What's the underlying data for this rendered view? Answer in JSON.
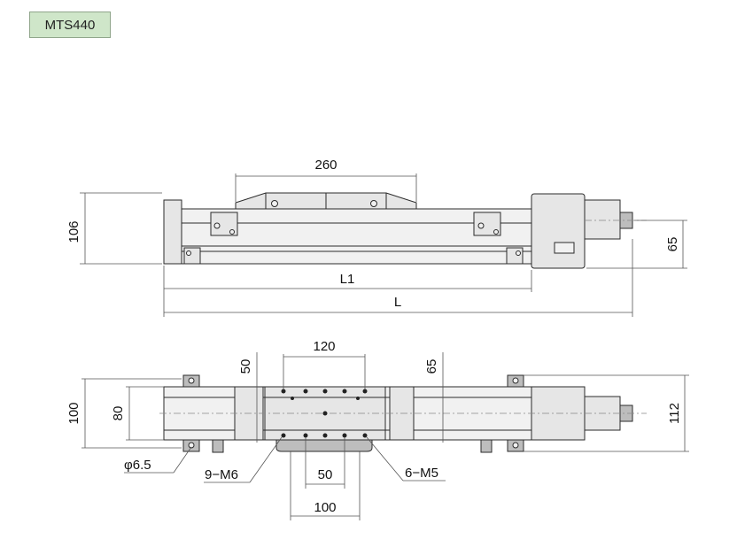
{
  "model": "MTS440",
  "side_view": {
    "carriage_length": "260",
    "height": "106",
    "motor_height": "65",
    "l1": "L1",
    "l": "L"
  },
  "top_view": {
    "hole_pitch_x": "120",
    "hole_pitch_y": "50",
    "rail_offset": "65",
    "width": "100",
    "inner_width": "80",
    "motor_width": "112",
    "mount_hole": "φ6.5",
    "tapped_holes_large": "9−M6",
    "tapped_holes_small": "6−M5",
    "bottom_pitch": "50",
    "bottom_width": "100"
  }
}
